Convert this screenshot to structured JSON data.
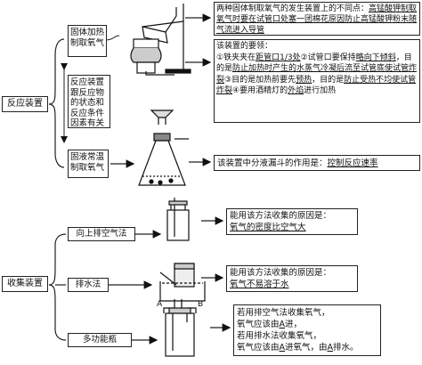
{
  "root": {
    "label": "反应装置"
  },
  "collect": {
    "label": "收集装置"
  },
  "gen1": {
    "label": "固体加热制取氧气"
  },
  "gen2": {
    "label": "固液常温制取氧气"
  },
  "factor": {
    "label": "反应装置跟反应物的状态和反应条件因素有关"
  },
  "note1": {
    "prefix": "两种固体制取氧气的发生装置上的不同点：",
    "answer": "高锰酸钾制取氧气时要在试管口处塞一团棉花原因防止高锰酸钾粉末随气流进入导管"
  },
  "note2": {
    "head": "该装置的要领：",
    "items": [
      {
        "n": "①",
        "pre": "铁夹夹在",
        "fill": "距管口1/3处"
      },
      {
        "n": "②",
        "pre": "试管口要保持",
        "fill": "略向下倾斜"
      },
      {
        "n": "",
        "pre": "目的是",
        "fill": "防止加热时产生的水蒸气冷凝后流至试管底使试管炸裂"
      },
      {
        "n": "③",
        "pre": "目的是加热前要先",
        "fill": "预热"
      },
      {
        "n": "",
        "pre": "目的是",
        "fill": "防止受热不均使试管炸裂"
      },
      {
        "n": "④",
        "pre": "要用酒精灯的",
        "fill": "外焰"
      }
    ],
    "tail": "进行加热"
  },
  "note3": {
    "prefix": "该装置中分液漏斗的作用是：",
    "answer": "控制反应速率"
  },
  "methods": [
    {
      "name": "向上排空气法",
      "reason_prefix": "能用该方法收集的原因是：",
      "reason": "氧气的密度比空气大"
    },
    {
      "name": "排水法",
      "reason_prefix": "能用该方法收集的原因是：",
      "reason": "氧气不易溶于水"
    },
    {
      "name": "多功能瓶",
      "l1": "若用排空气法收集氧气，",
      "l2a": "氧气应该由",
      "l2b": "A",
      "l2c": "进，",
      "l3": "若用排水法收集氧气，",
      "l4a": "氧气应该由",
      "l4b": "A",
      "l4c": "进氧气，由",
      "l4d": "A",
      "l4e": "排水。"
    }
  ],
  "bottle_labels": {
    "a": "A",
    "b": "B"
  }
}
